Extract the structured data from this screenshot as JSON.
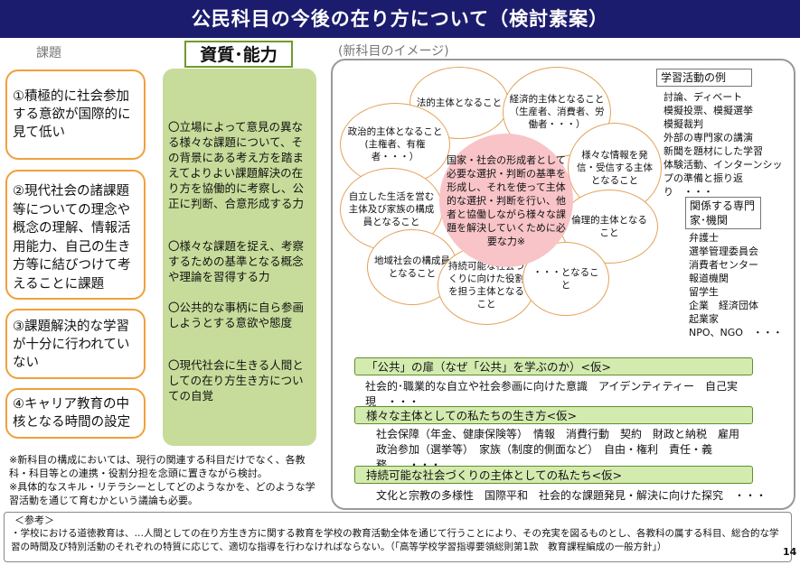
{
  "title": "公民科目の今後の在り方について（検討素案）",
  "issues_label": "課題",
  "issues": [
    "①積極的に社会参加する意欲が国際的に見て低い",
    "②現代社会の諸課題等についての理念や概念の理解、情報活用能力、自己の生き方等に結びつけて考えることに課題",
    "③課題解決的な学習が十分に行われていない",
    "④キャリア教育の中核となる時間の設定"
  ],
  "skills_title": "資質･能力",
  "skills": [
    "〇立場によって意見の異なる様々な課題について、その背景にある考え方を踏まえてよりよい課題解決の在り方を協働的に考察し、公正に判断、合意形成する力",
    "〇様々な課題を捉え、考察するための基準となる概念や理論を習得する力",
    "〇公共的な事柄に自ら参画しようとする意欲や態度",
    "〇現代社会に生きる人間としての在り方生き方についての自覚"
  ],
  "image_label": "(新科目のイメージ)",
  "circles": {
    "legal": "法的主体となること",
    "economic": "経済的主体となること（生産者、消費者、労働者・・・）",
    "political": "政治的主体となること(主権者、有権者・・・）",
    "info": "様々な情報を発信・受信する主体となること",
    "independent": "自立した生活を営む主体及び家族の構成員となること",
    "ethical": "倫理的主体となること",
    "community": "地域社会の構成員となること",
    "sustainable": "持続可能な社会づくりに向けた役割を担う主体となること",
    "etc": "・・・となること",
    "center": "国家・社会の形成者として必要な選択・判断の基準を形成し、それを使って主体的な選択・判断を行い、他者と協働しながら様々な課題を解決していくために必要な力※"
  },
  "activities": {
    "title": "学習活動の例",
    "items": [
      "討論、ディベート",
      "模擬投票、模擬選挙",
      "模擬裁判",
      "外部の専門家の講演",
      "新聞を題材にした学習",
      "体験活動、インターンシップの準備と振り返り　・・・"
    ]
  },
  "experts": {
    "title": "関係する専門家･機関",
    "items": [
      "弁護士",
      "選挙管理委員会",
      "消費者センター",
      "報道機関",
      "留学生",
      "企業　経済団体",
      "起業家",
      "NPO、NGO　・・・"
    ]
  },
  "bars": [
    {
      "label": "「公共」の扉（なぜ「公共」を学ぶのか）<仮>",
      "desc": "社会的･職業的な自立や社会参画に向けた意識　アイデンティティー　自己実現　・・・"
    },
    {
      "label": "様々な主体としての私たちの生き方<仮>",
      "desc": "社会保障（年金、健康保険等）　情報　消費行動　契約　財政と納税　雇用　政治参加（選挙等）　家族（制度的側面など）　自由・権利　責任・義務　　・・・"
    },
    {
      "label": "持続可能な社会づくりの主体としての私たち<仮>",
      "desc": "文化と宗教の多様性　国際平和　社会的な課題発見・解決に向けた探究　・・・"
    }
  ],
  "notes": [
    "※新科目の構成においては、現行の関連する科目だけでなく、各教科・科目等との連携・役割分担を念頭に置きながら検討。",
    "※具体的なスキル・リテラシーとしてどのようなかを、どのような学習活動を通じて育むかという議論も必要。"
  ],
  "reference": {
    "title": "＜参考＞",
    "text": "・学校における道徳教育は、…人間としての在り方生き方に関する教育を学校の教育活動全体を通じて行うことにより、その充実を図るものとし、各教科の属する科目、総合的な学習の時間及び特別活動のそれぞれの特質に応じて、適切な指導を行わなければならない。（「高等学校学習指導要領総則第1款　教育課程編成の一般方針」）"
  },
  "page_number": "14"
}
